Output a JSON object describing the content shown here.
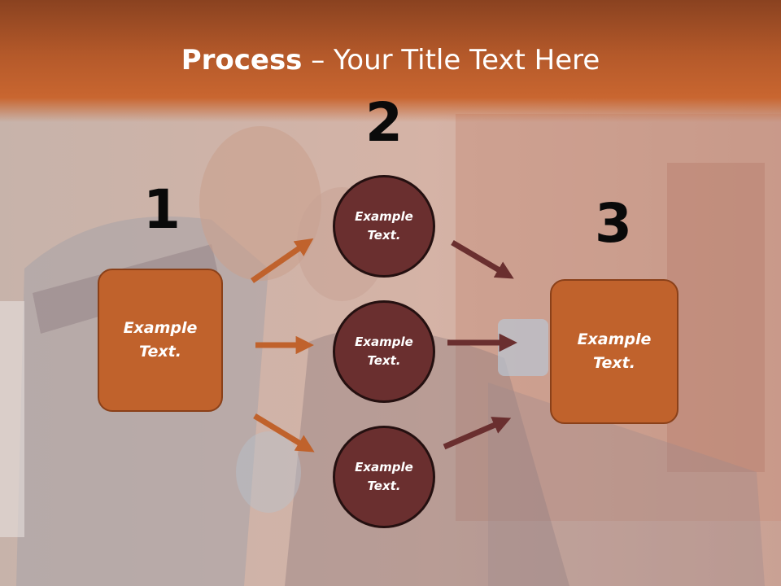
{
  "title": {
    "bold": "Process",
    "rest": " – Your Title Text Here"
  },
  "numbers": {
    "step1": "1",
    "step2": "2",
    "step3": "3"
  },
  "left_box": {
    "text": "Example\nText."
  },
  "circles": [
    {
      "text": "Example\nText."
    },
    {
      "text": "Example\nText."
    },
    {
      "text": "Example\nText."
    }
  ],
  "right_box": {
    "text": "Example\nText."
  },
  "colors": {
    "header": "#c0622c",
    "box": "#c0622c",
    "circle": "#6a2f2f",
    "arrow_orange": "#c0622c",
    "arrow_dark": "#6a2f2f"
  }
}
